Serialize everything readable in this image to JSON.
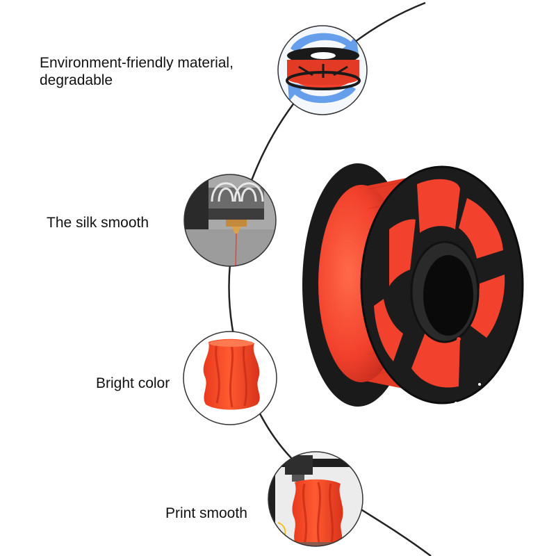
{
  "features": [
    {
      "id": "eco",
      "line1": "Environment-friendly material,",
      "line2": "degradable",
      "icon": "recycle-spool-icon"
    },
    {
      "id": "silk",
      "label": "The silk smooth",
      "icon": "printer-nozzle-icon"
    },
    {
      "id": "bright",
      "label": "Bright color",
      "icon": "printed-vase-icon"
    },
    {
      "id": "print",
      "label": "Print smooth",
      "icon": "printer-printing-vase-icon"
    }
  ],
  "colors": {
    "filament": "#f2412c",
    "filament_dark": "#c7281a",
    "spool_black": "#1a1a1a",
    "recycle_blue": "#4b8fe8",
    "connector_line": "#222222",
    "circle_border": "#333333"
  }
}
